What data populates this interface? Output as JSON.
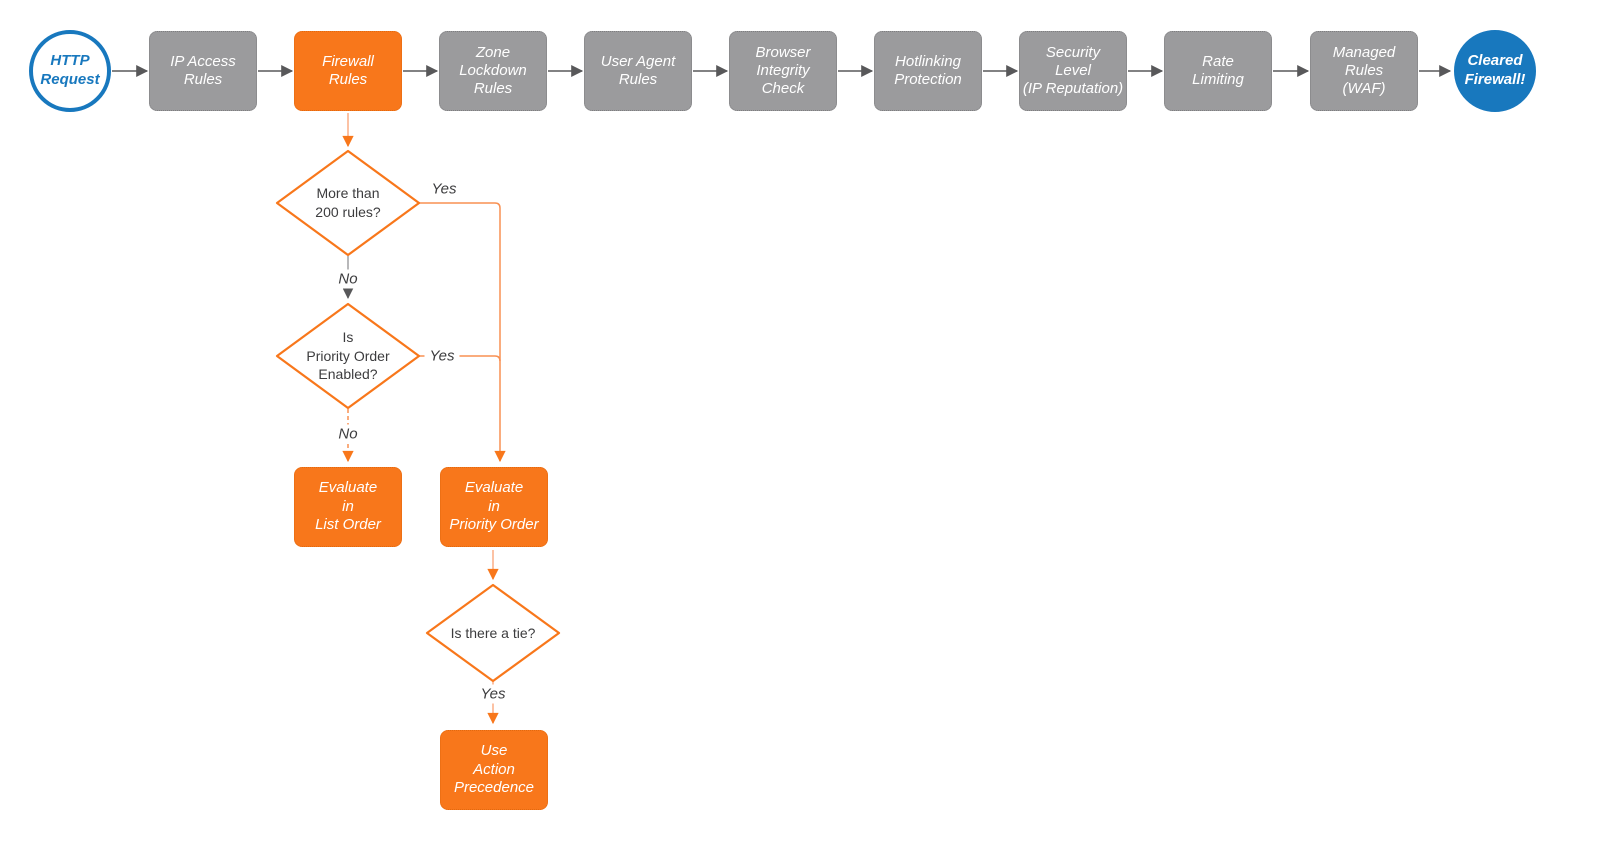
{
  "title": "Firewall request evaluation flowchart",
  "colors": {
    "orange": "#F8771B",
    "orange-border": "#E2690F",
    "orange-line": "#F89052",
    "orange-line-light": "#FBAD85",
    "blue": "#1878BE",
    "gray": "#9B9B9D",
    "gray-border": "#7E7E80",
    "arrow-dark": "#58585A",
    "text-dark": "#3C3C3E"
  },
  "pipeline": {
    "start": {
      "label": "HTTP\nRequest"
    },
    "stages": [
      {
        "label": "IP Access\nRules"
      },
      {
        "label": "Firewall\nRules"
      },
      {
        "label": "Zone\nLockdown\nRules"
      },
      {
        "label": "User Agent\nRules"
      },
      {
        "label": "Browser\nIntegrity\nCheck"
      },
      {
        "label": "Hotlinking\nProtection"
      },
      {
        "label": "Security\nLevel\n(IP Reputation)"
      },
      {
        "label": "Rate\nLimiting"
      },
      {
        "label": "Managed\nRules\n(WAF)"
      }
    ],
    "end": {
      "label": "Cleared\nFirewall!"
    }
  },
  "decisions": {
    "more_rules": {
      "label": "More than\n200 rules?"
    },
    "priority_order": {
      "label": "Is\nPriority Order\nEnabled?"
    },
    "tie": {
      "label": "Is there a tie?"
    }
  },
  "actions": {
    "list_order": {
      "label": "Evaluate\nin\nList Order"
    },
    "priority_order": {
      "label": "Evaluate\nin\nPriority Order"
    },
    "action_precedence": {
      "label": "Use\nAction\nPrecedence"
    }
  },
  "edge_labels": {
    "more_rules_yes": "Yes",
    "more_rules_no": "No",
    "priority_yes": "Yes",
    "priority_no": "No",
    "tie_yes": "Yes"
  }
}
